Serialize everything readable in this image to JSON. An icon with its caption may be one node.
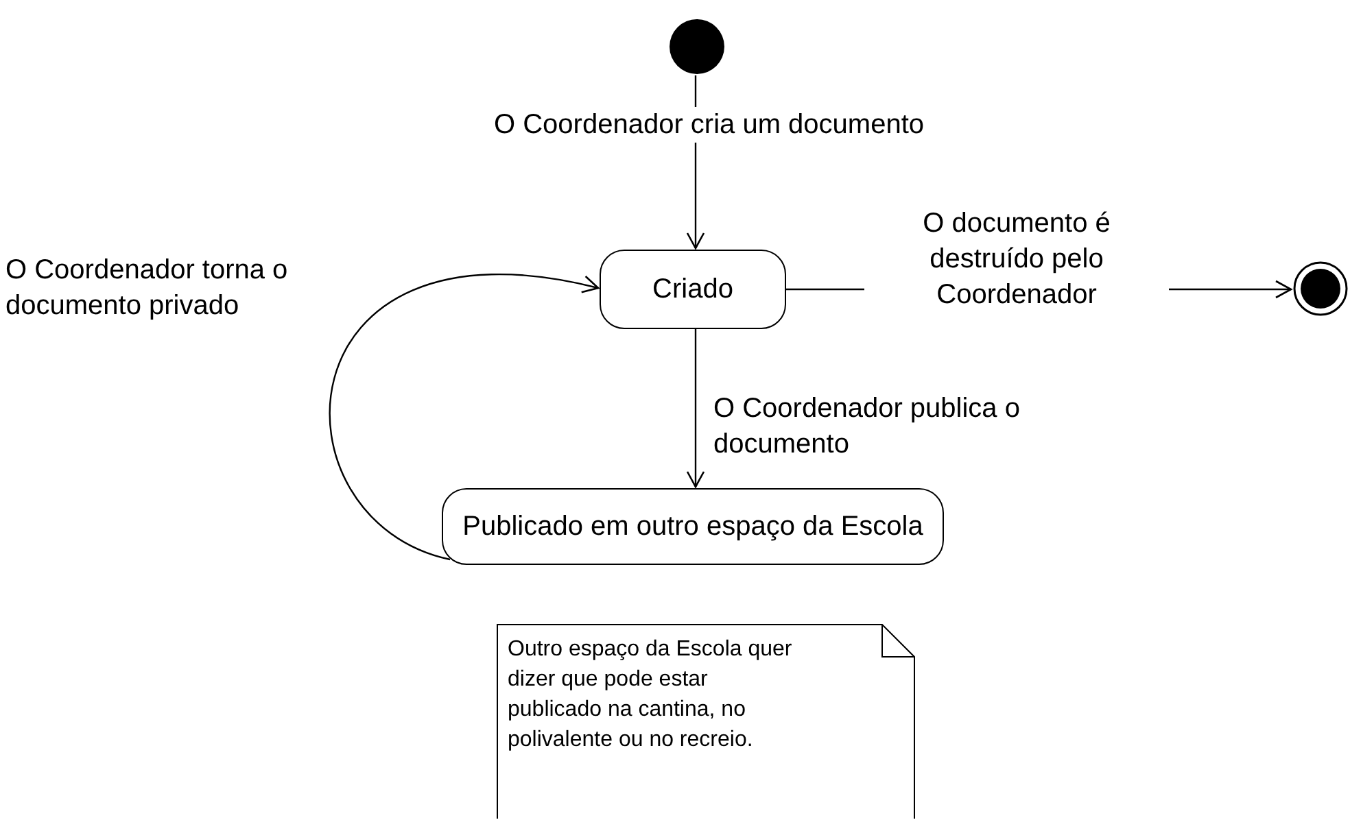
{
  "diagram": {
    "nodes": [
      {
        "text": [],
        "shape": "circle"
      },
      {
        "text": [
          "Criado"
        ]
      },
      {
        "text": [],
        "shape": "bullseye"
      },
      {
        "text": [
          "Publicado em outro espaço da Escola"
        ]
      },
      {
        "text": [
          "Outro espaço da Escola quer dizer que pode estar publicado na cantina, no polivalente ou no recreio."
        ]
      }
    ],
    "edges": [
      {
        "from": 0,
        "to": 1,
        "arrow": "to",
        "label": "O Coordenador cria um documento"
      },
      {
        "from": 1,
        "to": 2,
        "arrow": "to",
        "label": "O documento é destruído pelo Coordenador"
      },
      {
        "from": 1,
        "to": 3,
        "arrow": "to",
        "label": "O Coordenador publica o documento"
      },
      {
        "from": 3,
        "to": 1,
        "arrow": "to",
        "label": "O Coordenador torna o documento privado"
      }
    ]
  }
}
